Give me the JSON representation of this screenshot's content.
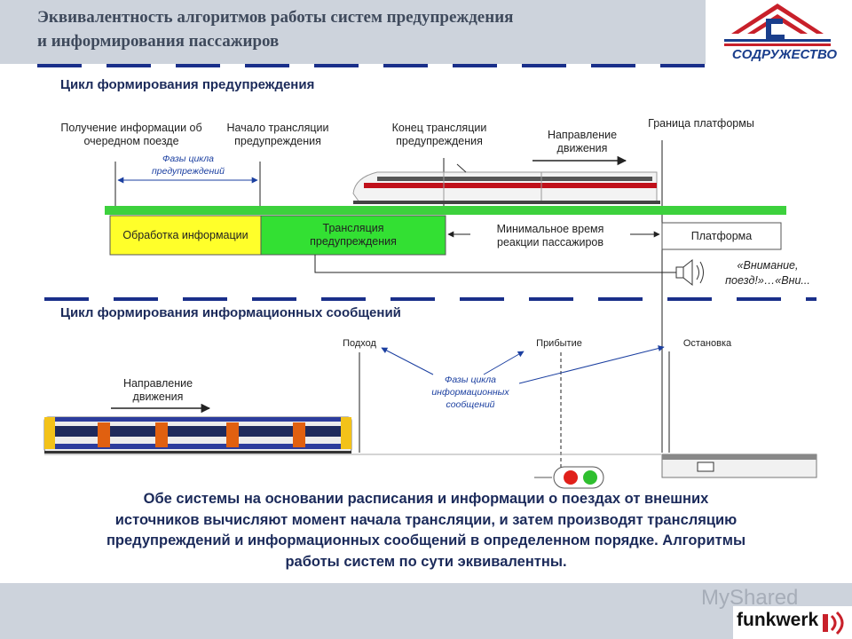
{
  "header": {
    "title_line1": "Эквивалентность алгоритмов работы систем предупреждения",
    "title_line2": "и информирования пассажиров",
    "logo_text": "СОДРУЖЕСТВО",
    "logo_colors": [
      "#c8202a",
      "#1a3e8c"
    ]
  },
  "section1": {
    "title": "Цикл формирования предупреждения",
    "label_receive_1": "Получение информации об",
    "label_receive_2": "очередном поезде",
    "label_start_1": "Начало трансляции",
    "label_start_2": "предупреждения",
    "label_end_1": "Конец трансляции",
    "label_end_2": "предупреждения",
    "label_direction_1": "Направление",
    "label_direction_2": "движения",
    "label_platform_edge": "Граница платформы",
    "phases_1": "Фазы цикла",
    "phases_2": "предупреждений",
    "box_processing": "Обработка информации",
    "box_broadcast_1": "Трансляция",
    "box_broadcast_2": "предупреждения",
    "min_time_1": "Минимальное время",
    "min_time_2": "реакции пассажиров",
    "box_platform": "Платформа",
    "announce_1": "«Внимание,",
    "announce_2": "поезд!»…«Вни..."
  },
  "section2": {
    "title": "Цикл формирования информационных сообщений",
    "label_approach": "Подход",
    "label_arrival": "Прибытие",
    "label_stop": "Остановка",
    "label_direction_1": "Направление",
    "label_direction_2": "движения",
    "phases_1": "Фазы цикла",
    "phases_2": "информационных",
    "phases_3": "сообщений"
  },
  "summary": {
    "line1": "Обе системы на основании расписания и информации о поездах от внешних",
    "line2": "источников вычисляют момент начала трансляции, и затем производят трансляцию",
    "line3": "предупреждений и информационных сообщений в определенном порядке. Алгоритмы",
    "line4": "работы систем по сути эквивалентны."
  },
  "footer": {
    "watermark": "MyShared",
    "brand": "funkwerk"
  },
  "colors": {
    "header_bg": "#cdd3dc",
    "section_title": "#1b2a5a",
    "dash_line": "#1a2f8a",
    "track_green": "#3dd13d",
    "processing_yellow": "#ffff2a",
    "broadcast_green": "#33e033",
    "phase_text": "#1b3fa0",
    "signal_red": "#e0201a",
    "signal_green": "#2fbf2f"
  }
}
